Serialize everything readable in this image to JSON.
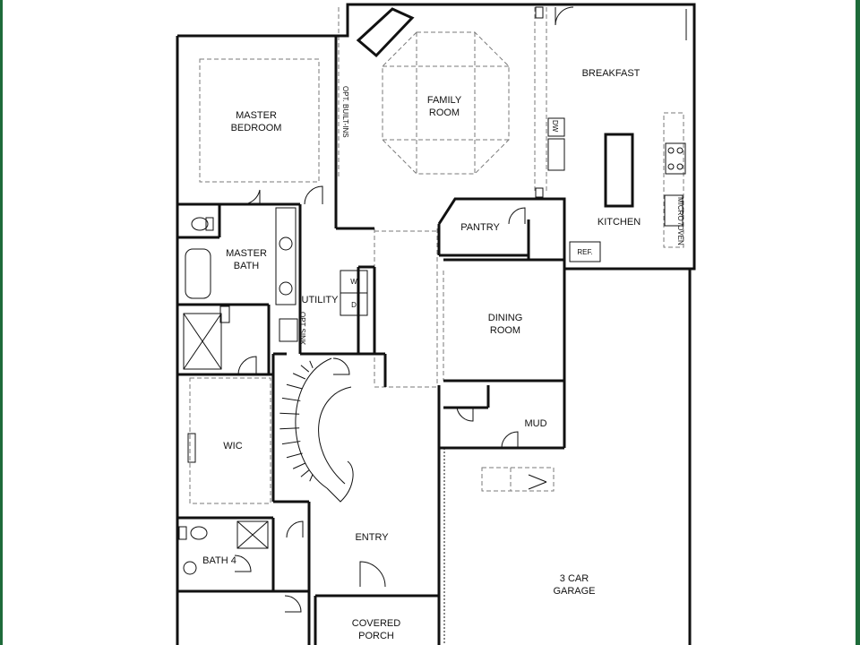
{
  "colors": {
    "frame": "#1e6b3a",
    "wall": "#111111",
    "dashed": "#7a7a7a",
    "background": "#ffffff"
  },
  "rooms": {
    "master_bedroom": "MASTER\nBEDROOM",
    "family_room": "FAMILY\nROOM",
    "breakfast": "BREAKFAST",
    "kitchen": "KITCHEN",
    "pantry": "PANTRY",
    "master_bath": "MASTER\nBATH",
    "utility": "UTILITY",
    "dining_room": "DINING\nROOM",
    "mud": "MUD",
    "wic": "WIC",
    "bath4": "BATH 4",
    "entry": "ENTRY",
    "garage": "3 CAR\nGARAGE",
    "covered_porch": "COVERED\nPORCH"
  },
  "annotations": {
    "opt_built_ins": "OPT. BUILT-INS",
    "opt_sink": "OPT SINK",
    "dw": "DW",
    "micro_oven": "MICRO\n/OVEN",
    "ref": "REF.",
    "washer": "W",
    "dryer": "D"
  }
}
